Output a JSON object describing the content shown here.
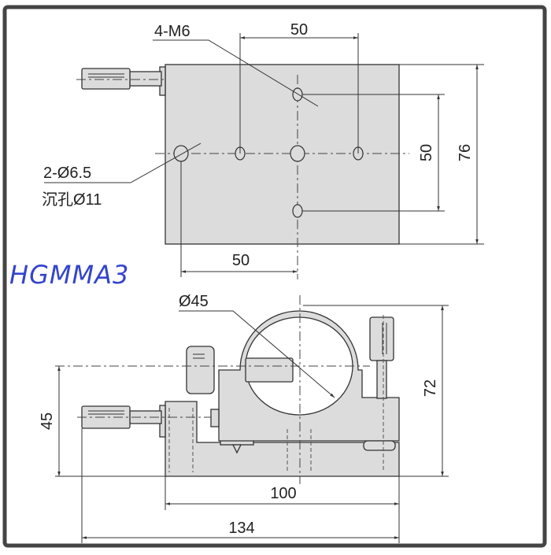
{
  "model_label": "HGMMA3",
  "colors": {
    "frame": "#444444",
    "part_fill": "#dcdcdc",
    "model_text": "#3344cc"
  },
  "top_view": {
    "thread_label": "4-M6",
    "hole_label": "2-Ø6.5",
    "counterbore_label": "沉孔Ø11",
    "dim_top": "50",
    "dim_right_inner": "50",
    "dim_right_outer": "76",
    "dim_bottom": "50"
  },
  "side_view": {
    "diameter_label": "Ø45",
    "dim_height_axis": "45",
    "dim_height_total": "72",
    "dim_base_width": "100",
    "dim_total_width": "134"
  }
}
